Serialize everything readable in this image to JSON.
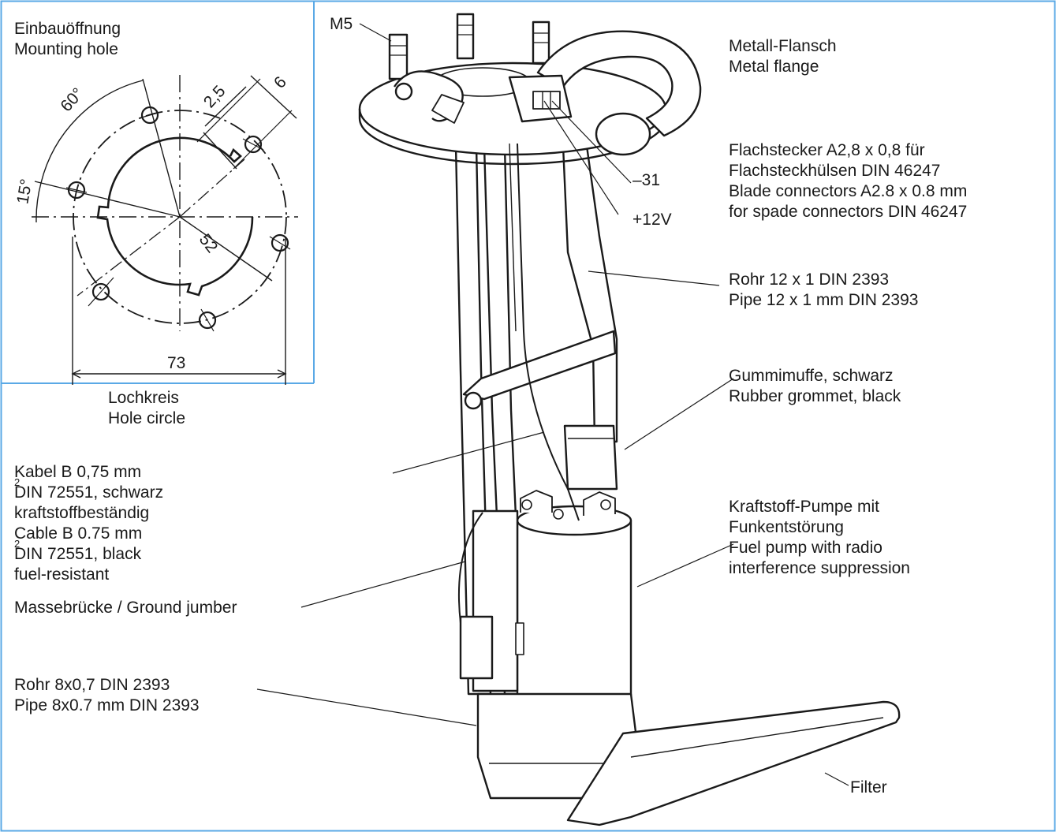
{
  "mounting": {
    "title_de": "Einbauöffnung",
    "title_en": "Mounting hole",
    "dim_60": "60°",
    "dim_15": "15°",
    "dim_2_5": "2,5",
    "dim_6": "6",
    "dim_52": "52",
    "dim_73": "73",
    "holecircle_de": "Lochkreis",
    "holecircle_en": "Hole circle"
  },
  "labels": {
    "m5": "M5",
    "flange_de": "Metall-Flansch",
    "flange_en": "Metal flange",
    "conn_1": "Flachstecker A2,8 x 0,8 für",
    "conn_2": "Flachsteckhülsen DIN 46247",
    "conn_3": "Blade connectors A2.8 x 0.8 mm",
    "conn_4": "for spade connectors DIN 46247",
    "minus31": "–31",
    "plus12": "+12V",
    "pipe12_de": "Rohr 12 x 1 DIN 2393",
    "pipe12_en": "Pipe 12 x 1 mm DIN 2393",
    "grommet_de": "Gummimuffe, schwarz",
    "grommet_en": "Rubber grommet, black",
    "cable_de_pre": "Kabel B 0,75 mm",
    "cable_sup": "2",
    "cable_de_post": " DIN 72551, schwarz",
    "cable_de_2": "kraftstoffbeständig",
    "cable_en_pre": "Cable B 0.75 mm",
    "cable_en_post": " DIN 72551, black",
    "cable_en_2": "fuel-resistant",
    "pump_1": "Kraftstoff-Pumpe mit",
    "pump_2": "Funkentstörung",
    "pump_3": "Fuel pump with radio",
    "pump_4": "interference suppression",
    "ground": "Massebrücke / Ground jumber",
    "pipe8_de": "Rohr 8x0,7 DIN 2393",
    "pipe8_en": "Pipe 8x0.7 mm DIN 2393",
    "filter": "Filter"
  },
  "colors": {
    "border": "#5aa9e6",
    "line": "#1a1a1a"
  }
}
